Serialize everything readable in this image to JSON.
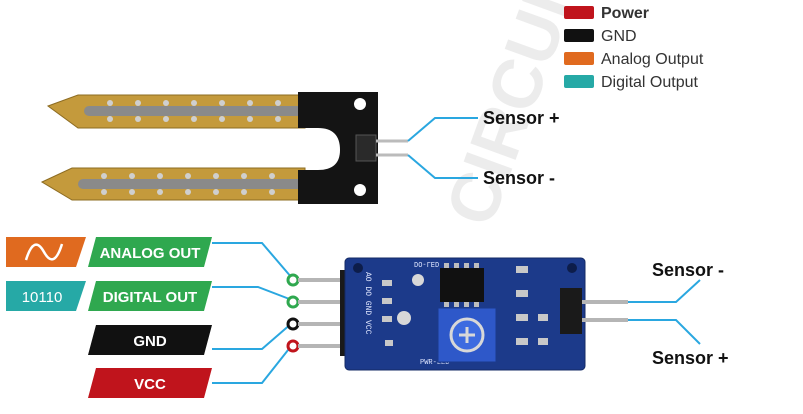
{
  "legend": {
    "items": [
      {
        "label": "Power",
        "color": "#c0141c"
      },
      {
        "label": "GND",
        "color": "#111111"
      },
      {
        "label": "Analog Output",
        "color": "#e06a1f"
      },
      {
        "label": "Digital Output",
        "color": "#26a9a6"
      }
    ]
  },
  "probe_labels": {
    "plus": "Sensor +",
    "minus": "Sensor -"
  },
  "module_labels": {
    "minus": "Sensor -",
    "plus": "Sensor +"
  },
  "pins": [
    {
      "label": "ANALOG OUT",
      "color": "#2fa84f",
      "ring": "#2fa84f",
      "icon_color": "#e06a1f",
      "icon": "sine-wave-icon"
    },
    {
      "label": "DIGITAL OUT",
      "color": "#2fa84f",
      "ring": "#2fa84f",
      "icon_color": "#26a9a6",
      "icon_text": "10110"
    },
    {
      "label": "GND",
      "color": "#111111",
      "ring": "#111111"
    },
    {
      "label": "VCC",
      "color": "#c0141c",
      "ring": "#c0141c"
    }
  ],
  "pcb": {
    "header_pins": "AO DO GND VCC",
    "led1": "DO-LED",
    "led2": "PWR-LED"
  },
  "watermark": "CIRCUIT DIGEST",
  "colors": {
    "wire": "#2aa7e0",
    "pcb": "#1c3a8a",
    "probe": "#c49a3c",
    "trace": "#8a8a8a"
  }
}
